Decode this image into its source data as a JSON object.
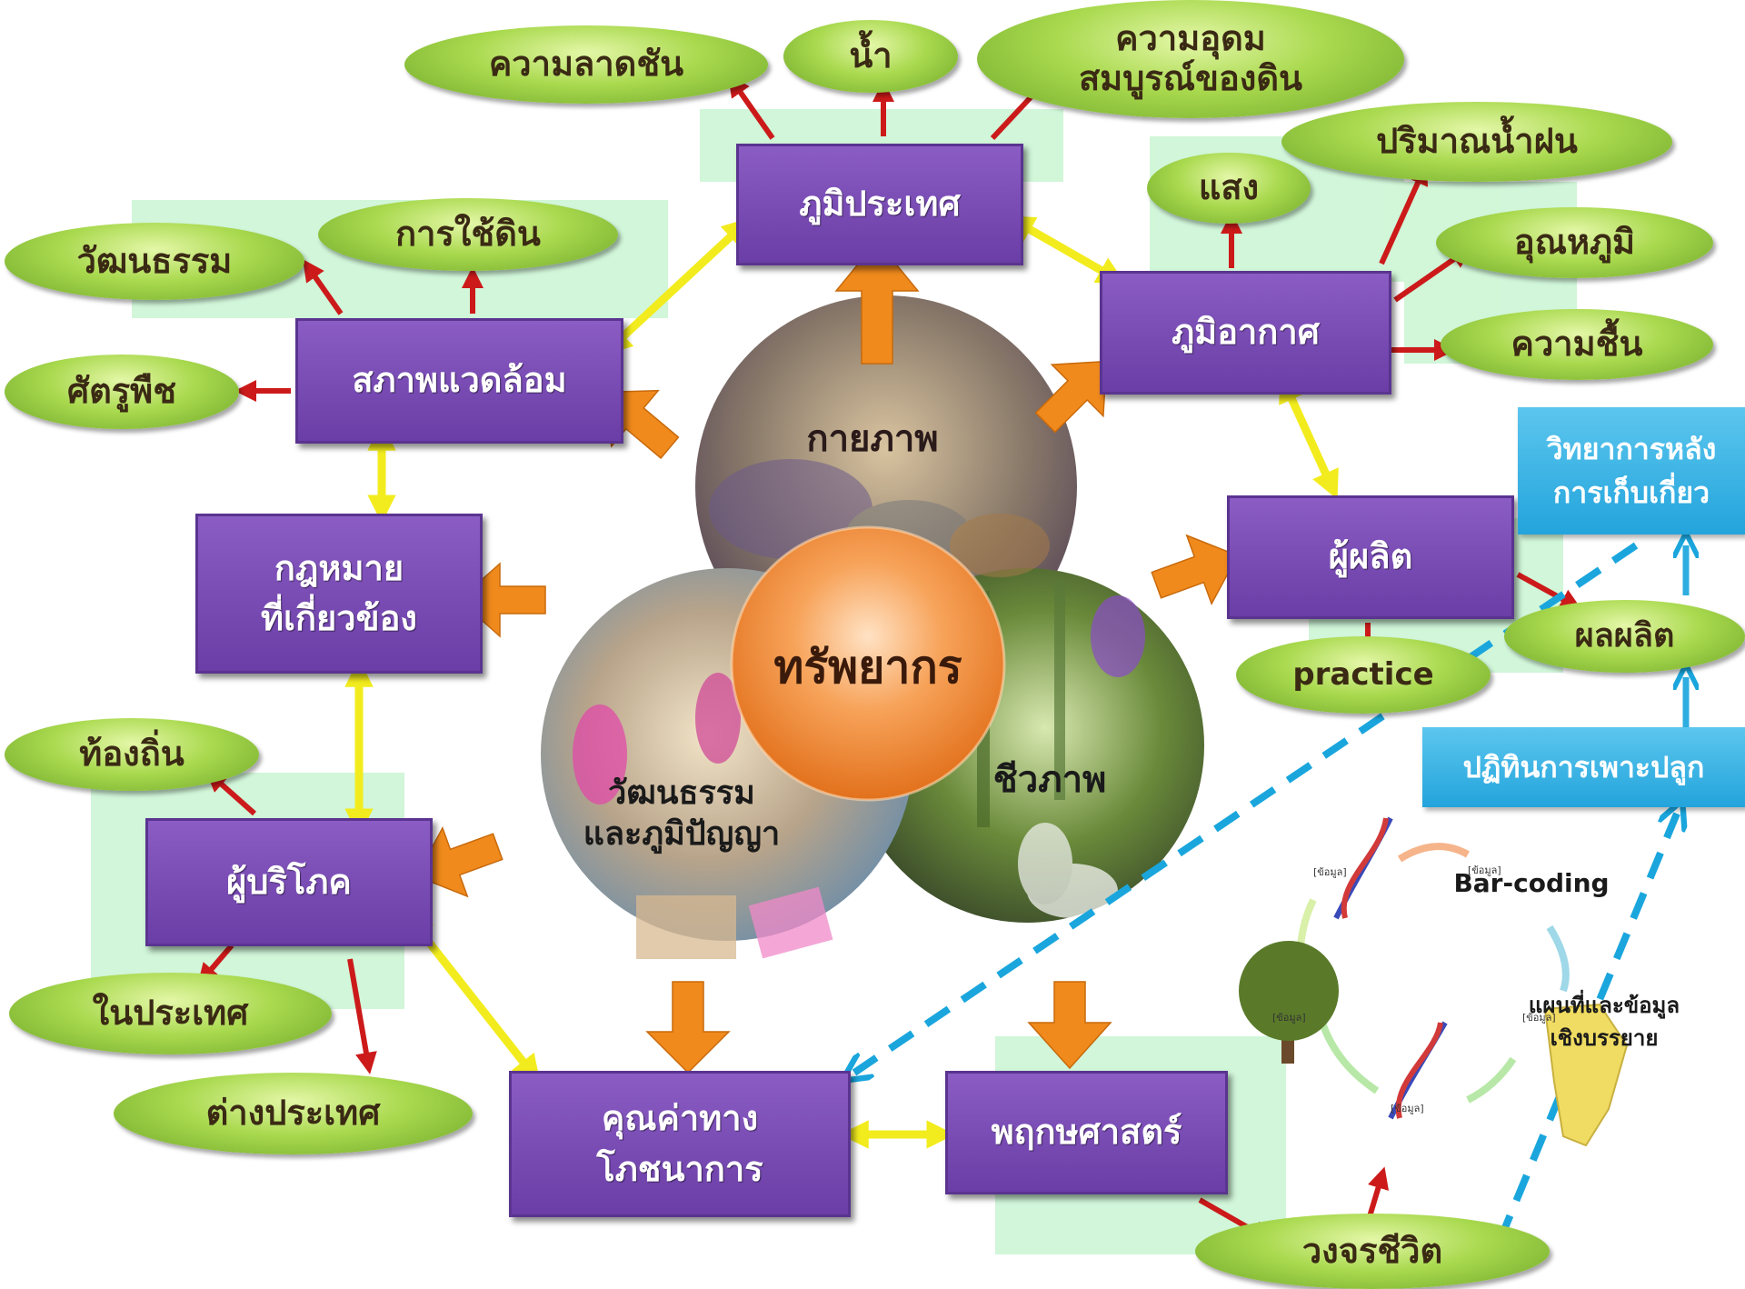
{
  "center": {
    "title": "ทรัพยากร"
  },
  "circles": {
    "physical": "กายภาพ",
    "biological": "ชีวภาพ",
    "culture_line1": "วัฒนธรรม",
    "culture_line2": "และภูมิปัญญา"
  },
  "boxes": {
    "topography": "ภูมิประเทศ",
    "climate": "ภูมิอากาศ",
    "environment": "สภาพแวดล้อม",
    "law_line1": "กฎหมาย",
    "law_line2": "ที่เกี่ยวข้อง",
    "producer": "ผู้ผลิต",
    "consumer": "ผู้บริโภค",
    "nutrition_line1": "คุณค่าทาง",
    "nutrition_line2": "โภชนาการ",
    "botany": "พฤกษศาสตร์"
  },
  "ovals": {
    "slope": "ความลาดชัน",
    "water": "น้ำ",
    "fertility_line1": "ความอุดม",
    "fertility_line2": "สมบูรณ์ของดิน",
    "light": "แสง",
    "rainfall": "ปริมาณน้ำฝน",
    "temperature": "อุณหภูมิ",
    "humidity": "ความชื้น",
    "culture": "วัฒนธรรม",
    "land_use": "การใช้ดิน",
    "pests": "ศัตรูพืช",
    "practice": "practice",
    "product": "ผลผลิต",
    "local": "ท้องถิ่น",
    "domestic": "ในประเทศ",
    "foreign": "ต่างประเทศ",
    "life_cycle": "วงจรชีวิต"
  },
  "cyan_boxes": {
    "postharvest_line1": "วิทยาการหลัง",
    "postharvest_line2": "การเก็บเกี่ยว",
    "calendar": "ปฏิทินการเพาะปลูก"
  },
  "cycle": {
    "barcoding": "Bar-coding",
    "map_line1": "แผนที่และข้อมูล",
    "map_line2": "เชิงบรรยาย",
    "tag1": "[ข้อมูล]",
    "tag2": "[ข้อมูล]",
    "tag3": "[ข้อมูล]",
    "tag4": "[ข้อมูล]",
    "tag5": "[ข้อมูล]"
  },
  "colors": {
    "box_purple": "#7a4cb8",
    "oval_green": "#9ccf45",
    "arrow_red": "#cc1a1a",
    "arrow_yellow": "#f2ec1e",
    "arrow_orange": "#f08a1c",
    "dashed_blue": "#1aa6dd",
    "cyan_box": "#2eaee0",
    "highlight_mint": "#c9f5d2"
  }
}
